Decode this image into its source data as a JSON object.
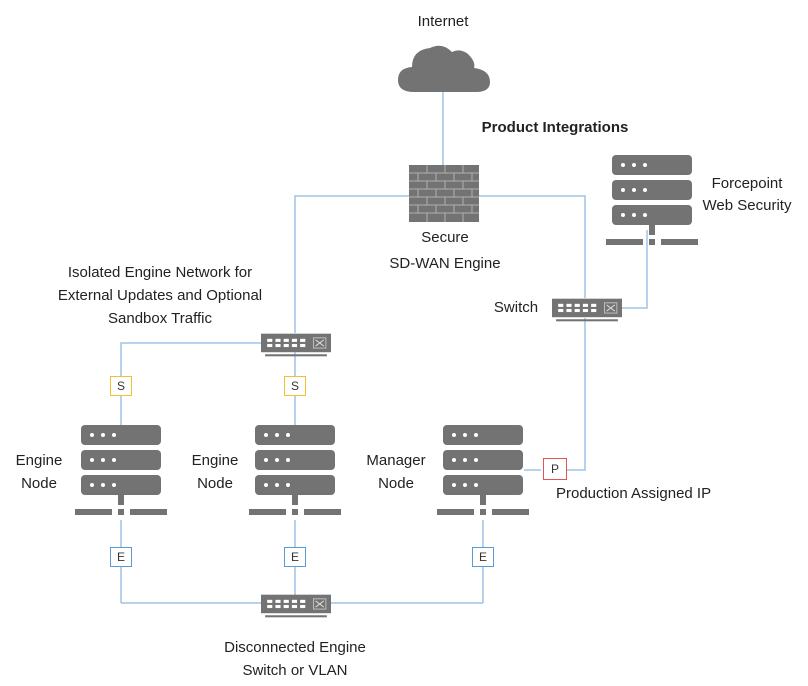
{
  "diagram": {
    "nodes": {
      "internet": {
        "label": "Internet",
        "icon": "cloud-icon"
      },
      "product_integrations": {
        "label": "Product Integrations"
      },
      "firewall": {
        "label_line1": "Secure",
        "label_line2": "SD-WAN Engine",
        "icon": "firewall-icon"
      },
      "web_security": {
        "label_line1": "Forcepoint",
        "label_line2": "Web Security",
        "icon": "server-icon"
      },
      "switch_main": {
        "label": "Switch",
        "icon": "network-switch-icon"
      },
      "isolated_network": {
        "label_line1": "Isolated Engine Network for",
        "label_line2": "External Updates and Optional",
        "label_line3": "Sandbox Traffic",
        "icon": "network-switch-icon"
      },
      "engine_node_1": {
        "label_line1": "Engine",
        "label_line2": "Node",
        "icon": "server-icon"
      },
      "engine_node_2": {
        "label_line1": "Engine",
        "label_line2": "Node",
        "icon": "server-icon"
      },
      "manager_node": {
        "label_line1": "Manager",
        "label_line2": "Node",
        "icon": "server-icon"
      },
      "disconnected_switch": {
        "label_line1": "Disconnected Engine",
        "label_line2": "Switch or VLAN",
        "icon": "network-switch-icon"
      }
    },
    "interface_markers": {
      "s1": "S",
      "s2": "S",
      "e1": "E",
      "e2": "E",
      "e3": "E",
      "p": "P",
      "p_label": "Production Assigned IP"
    },
    "colors": {
      "wire": "#9dc3e6",
      "icon_gray": "#737373",
      "marker_s": "#f0c030",
      "marker_e": "#5b9bd5",
      "marker_p": "#e05555"
    }
  }
}
